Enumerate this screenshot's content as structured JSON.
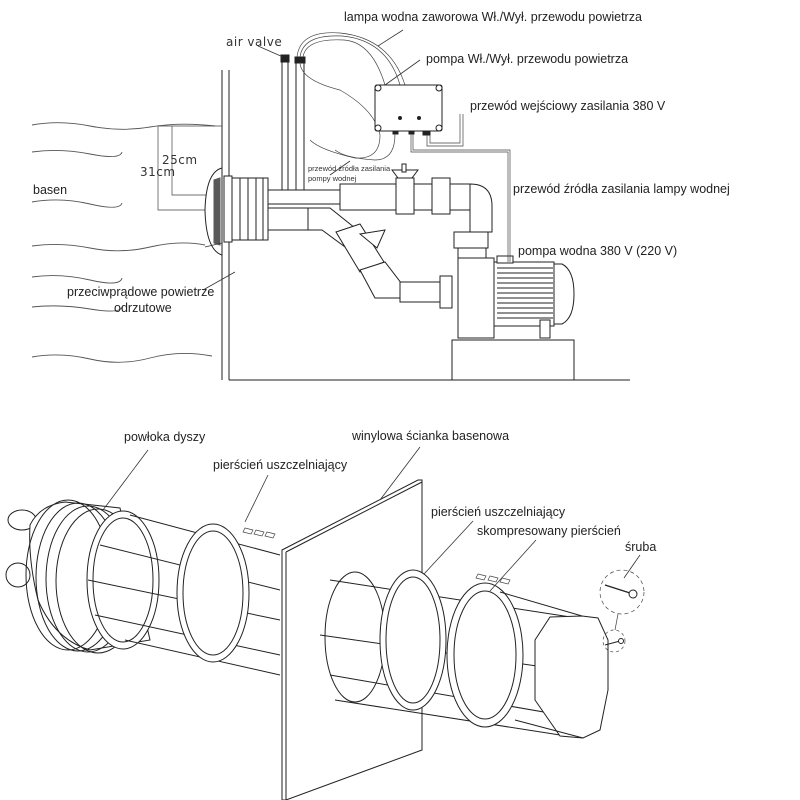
{
  "diagram_top": {
    "title": "pool counter-current jet installation",
    "labels": {
      "air_valve": "air valve",
      "lamp_valve_air_hose": "lampa wodna zaworowa Wł./Wył. przewodu powietrza",
      "pump_air_hose": "pompa Wł./Wył. przewodu powietrza",
      "power_input_cable": "przewód wejściowy zasilania 380 V",
      "pump_power_cable_line1": "przewód źródła zasilania",
      "pump_power_cable_line2": "pompy wodnej",
      "lamp_power_cable": "przewód źródła zasilania lampy wodnej",
      "water_pump": "pompa wodna 380 V (220 V)",
      "pool": "basen",
      "dim_25": "25cm",
      "dim_31": "31cm",
      "jet_line1": "przeciwprądowe powietrze",
      "jet_line2": "odrzutowe"
    }
  },
  "diagram_bottom": {
    "title": "exploded assembly of jet housing",
    "labels": {
      "nozzle_housing": "powłoka dyszy",
      "seal_ring_left": "pierścień uszczelniający",
      "vinyl_wall": "winylowa ścianka basenowa",
      "seal_ring_right": "pierścień uszczelniający",
      "compressed_ring": "skompresowany pierścień",
      "screw": "śruba"
    }
  }
}
